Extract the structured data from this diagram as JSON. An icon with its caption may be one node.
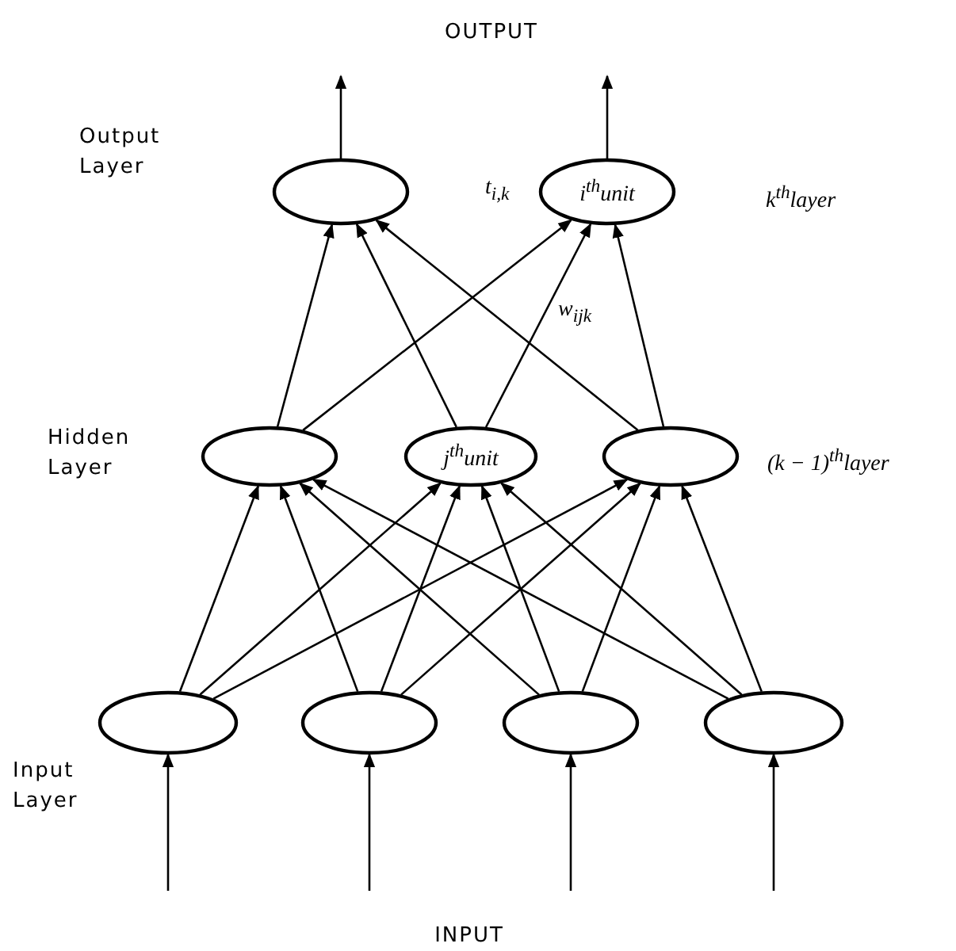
{
  "diagram": {
    "nodes": [
      {
        "text": [],
        "shape": "ellipse"
      },
      {
        "text": [
          "i$^{th}$unit"
        ],
        "beside": [
          "t$_{i,k}$"
        ]
      },
      {
        "text": [],
        "shape": "ellipse"
      },
      {
        "text": [
          "j$^{th}$unit"
        ]
      },
      {
        "text": [],
        "shape": "ellipse"
      },
      {
        "text": [],
        "shape": "ellipse"
      },
      {
        "text": [],
        "shape": "ellipse"
      },
      {
        "text": [],
        "shape": "ellipse"
      },
      {
        "text": [],
        "shape": "ellipse"
      }
    ],
    "edges": [
      {
        "from": 0,
        "to": null,
        "arrow": "to"
      },
      {
        "from": 1,
        "to": null,
        "arrow": "to"
      },
      {
        "from": 2,
        "to": 0,
        "arrow": "to"
      },
      {
        "from": 2,
        "to": 1,
        "arrow": "to"
      },
      {
        "from": 3,
        "to": 0,
        "arrow": "to"
      },
      {
        "from": 3,
        "to": 1,
        "arrow": "to",
        "label": "w$_{ijk}$"
      },
      {
        "from": 4,
        "to": 0,
        "arrow": "to"
      },
      {
        "from": 4,
        "to": 1,
        "arrow": "to"
      },
      {
        "from": 5,
        "to": 2,
        "arrow": "to"
      },
      {
        "from": 5,
        "to": 3,
        "arrow": "to"
      },
      {
        "from": 5,
        "to": 4,
        "arrow": "to"
      },
      {
        "from": 6,
        "to": 2,
        "arrow": "to"
      },
      {
        "from": 6,
        "to": 3,
        "arrow": "to"
      },
      {
        "from": 6,
        "to": 4,
        "arrow": "to"
      },
      {
        "from": 7,
        "to": 2,
        "arrow": "to"
      },
      {
        "from": 7,
        "to": 3,
        "arrow": "to"
      },
      {
        "from": 7,
        "to": 4,
        "arrow": "to"
      },
      {
        "from": 8,
        "to": 2,
        "arrow": "to"
      },
      {
        "from": 8,
        "to": 3,
        "arrow": "to"
      },
      {
        "from": 8,
        "to": 4,
        "arrow": "to"
      },
      {
        "from": null,
        "to": 5,
        "arrow": "to"
      },
      {
        "from": null,
        "to": 6,
        "arrow": "to"
      },
      {
        "from": null,
        "to": 7,
        "arrow": "to"
      },
      {
        "from": null,
        "to": 8,
        "arrow": "to"
      }
    ],
    "labels": [
      "OUTPUT",
      "Output Layer",
      "k$^{th}$layer",
      "Hidden Layer",
      "(k − 1)$^{th}$layer",
      "Input Layer",
      "INPUT"
    ]
  }
}
